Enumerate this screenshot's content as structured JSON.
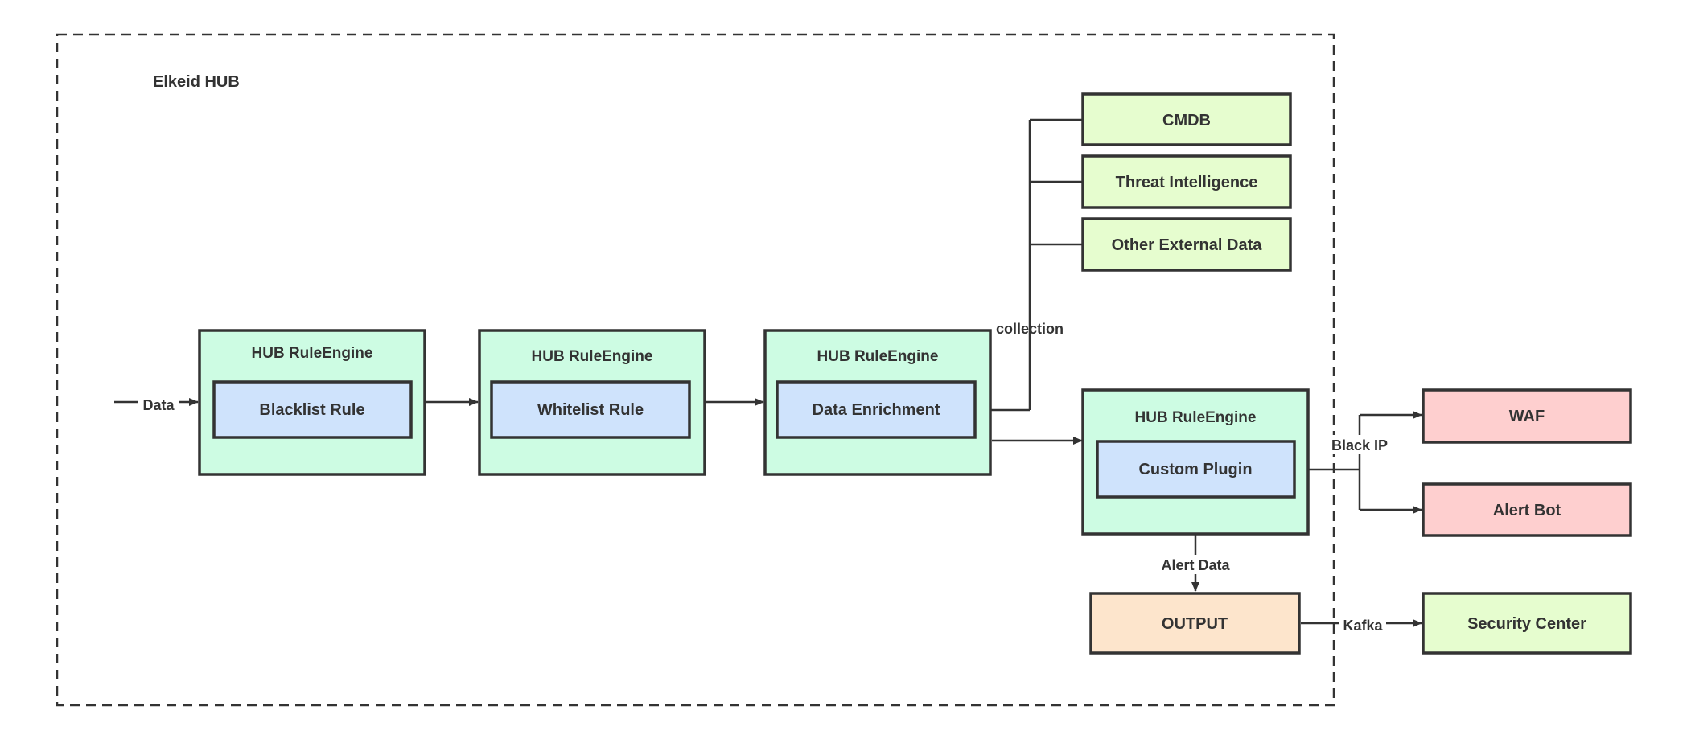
{
  "title": "Elkeid HUB",
  "edges": {
    "data_in": "Data",
    "collection": "collection",
    "black_ip": "Black IP",
    "alert_data": "Alert Data",
    "kafka": "Kafka"
  },
  "engines": [
    {
      "title": "HUB RuleEngine",
      "inner": "Blacklist Rule"
    },
    {
      "title": "HUB RuleEngine",
      "inner": "Whitelist Rule"
    },
    {
      "title": "HUB RuleEngine",
      "inner": "Data Enrichment"
    },
    {
      "title": "HUB RuleEngine",
      "inner": "Custom Plugin"
    }
  ],
  "external_sources": [
    "CMDB",
    "Threat Intelligence",
    "Other External Data"
  ],
  "targets": {
    "waf": "WAF",
    "alert_bot": "Alert Bot",
    "security_center": "Security Center"
  },
  "output": "OUTPUT",
  "colors": {
    "engine_fill": "#cdfce3",
    "rule_fill": "#cfe3fc",
    "external_fill": "#e6fdcf",
    "alert_fill": "#fecfcf",
    "output_fill": "#fde5cc",
    "stroke": "#333333"
  }
}
